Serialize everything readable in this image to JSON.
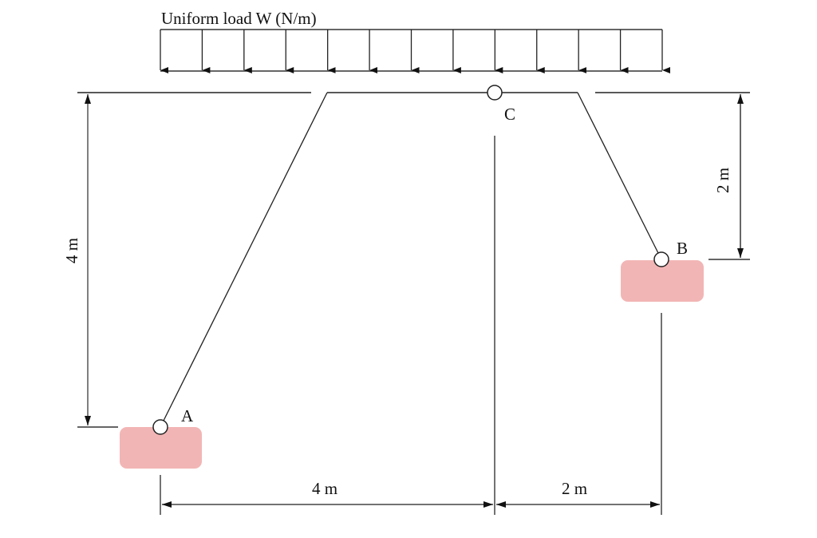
{
  "diagram": {
    "load_label": "Uniform load W (N/m)",
    "hinges": {
      "A": "A",
      "B": "B",
      "C": "C"
    },
    "dimensions": {
      "left_vertical": "4 m",
      "right_vertical": "2 m",
      "bottom_left": "4 m",
      "bottom_right": "2 m"
    },
    "load_arrow_count": 13,
    "colors": {
      "line": "#222222",
      "support_block": "#f2b5b5",
      "hinge_fill": "#ffffff"
    }
  }
}
